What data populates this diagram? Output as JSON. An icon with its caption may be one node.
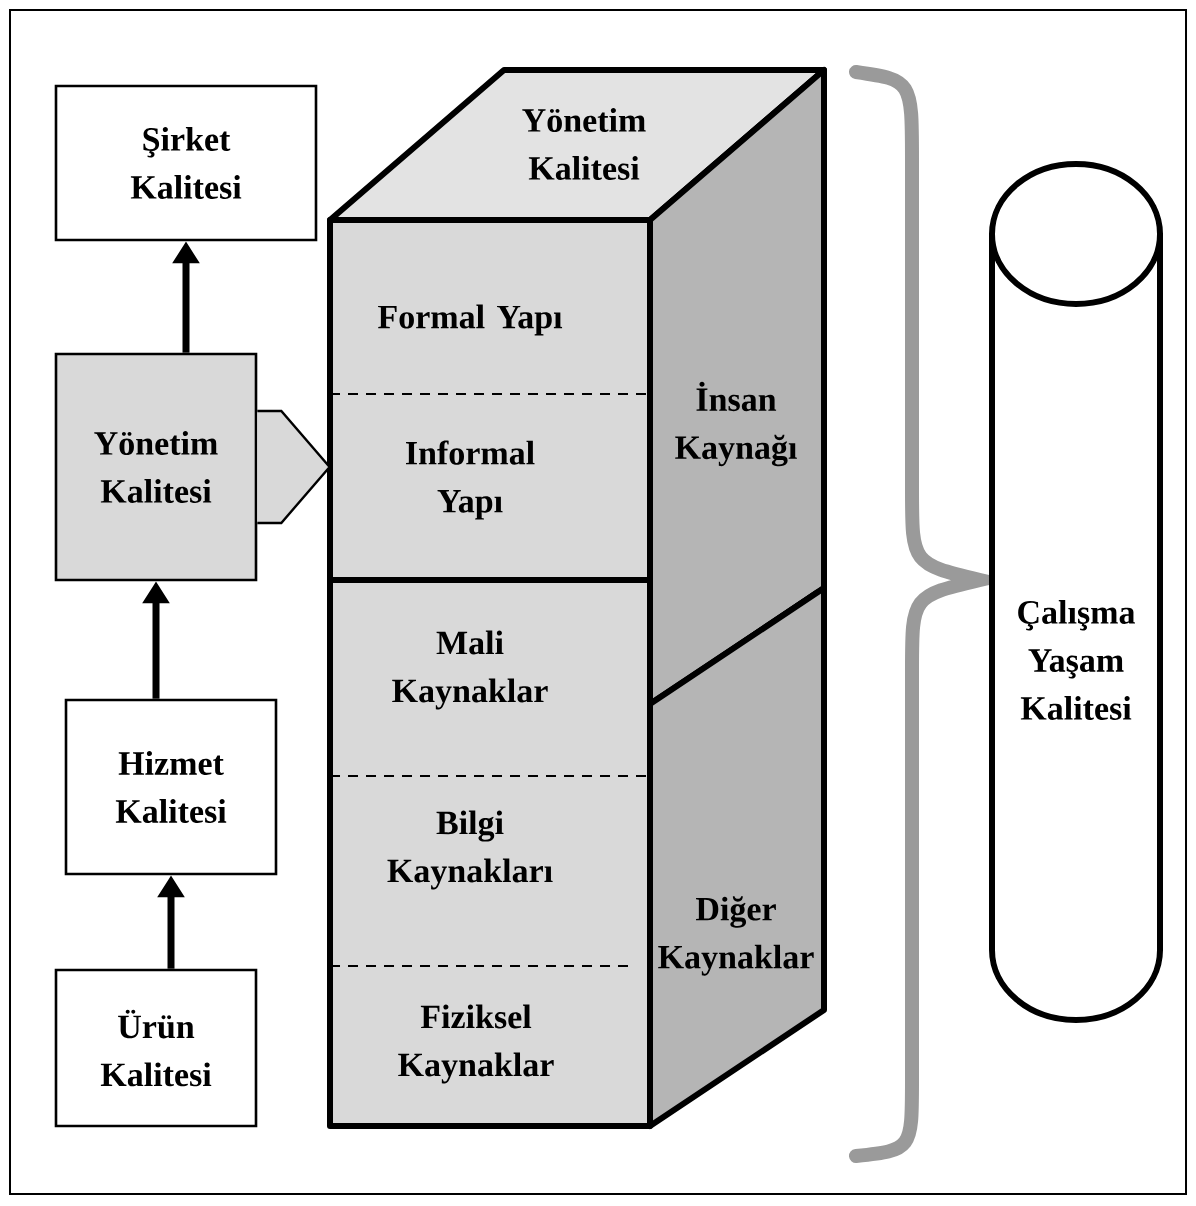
{
  "diagram": {
    "nodes": [
      {
        "text": [
          "Şirket Kalitesi"
        ]
      },
      {
        "text": [
          "Yönetim Kalitesi"
        ]
      },
      {
        "text": [
          "Hizmet Kalitesi"
        ]
      },
      {
        "text": [
          "Ürün Kalitesi"
        ]
      },
      {
        "text": [
          "Yönetim Kalitesi"
        ]
      },
      {
        "text": [
          "Formal Yapı"
        ]
      },
      {
        "text": [
          "Informal Yapı"
        ]
      },
      {
        "text": [
          "Mali Kaynaklar"
        ]
      },
      {
        "text": [
          "Bilgi Kaynakları"
        ]
      },
      {
        "text": [
          "Fiziksel Kaynaklar"
        ]
      },
      {
        "text": [
          "İnsan Kaynağı"
        ]
      },
      {
        "text": [
          "Diğer Kaynaklar"
        ]
      },
      {
        "text": [
          "Çalışma Yaşam Kalitesi"
        ]
      }
    ],
    "edges": [
      {
        "from": 3,
        "to": 2,
        "arrow": "to"
      },
      {
        "from": 2,
        "to": 1,
        "arrow": "to"
      },
      {
        "from": 1,
        "to": 0,
        "arrow": "to"
      },
      {
        "from": 1,
        "to": 6,
        "arrow": "to"
      }
    ]
  }
}
